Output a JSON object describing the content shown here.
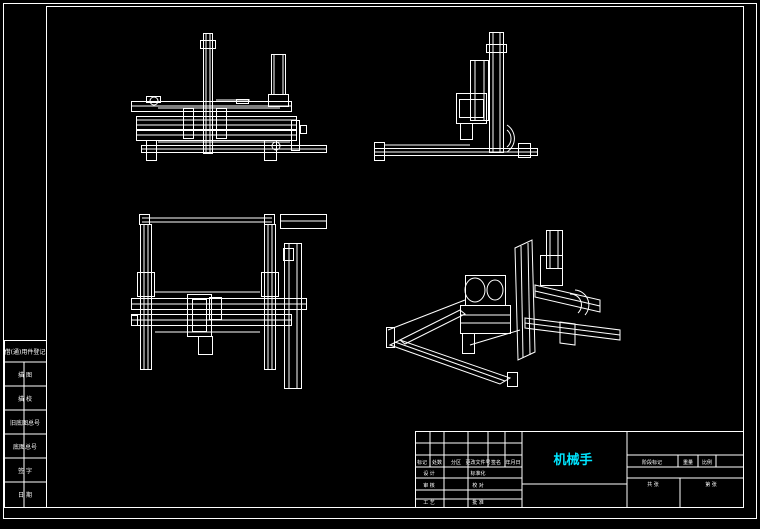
{
  "drawing": {
    "title": "机械手",
    "title_color": "#00e5ff",
    "line_color": "#ffffff",
    "background": "#000000"
  },
  "left_strip_labels": [
    "借(通)用件登记",
    "描 图",
    "描 校",
    "旧底图总号",
    "底图总号",
    "签 字",
    "日 期"
  ],
  "title_block": {
    "row_labels": [
      "标记",
      "处数",
      "分区",
      "更改文件号",
      "签名",
      "年月日"
    ],
    "approval_labels": [
      "设 计",
      "标准化",
      "审 核",
      "工 艺",
      "校 对",
      "批 准"
    ],
    "right_labels": [
      "阶段标记",
      "重量",
      "比例",
      "共 张",
      "第 张"
    ]
  }
}
